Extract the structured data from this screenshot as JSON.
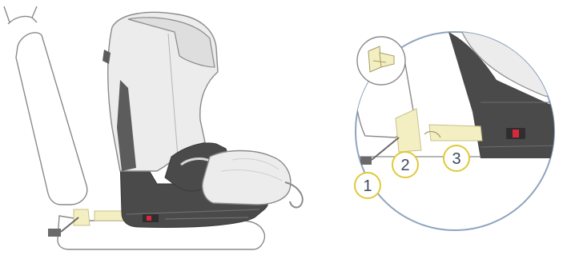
{
  "colors": {
    "outline": "#8a8a8a",
    "seat_fabric": "#ececec",
    "seat_fabric_shadow": "#d7d7d7",
    "base_dark": "#4a4a4a",
    "base_mid": "#5c5c5c",
    "connector_yellow": "#f3efc2",
    "callout_ring": "#e0c93a",
    "zoom_circle": "#8fa4bf",
    "red_indicator": "#d8283c",
    "green_indicator": "#1f9a6a",
    "ground_strap": "#6a6a6a"
  },
  "icons": {
    "detail_inset": "isofix-guide-icon"
  },
  "callouts": [
    {
      "label": "1"
    },
    {
      "label": "2"
    },
    {
      "label": "3"
    }
  ]
}
